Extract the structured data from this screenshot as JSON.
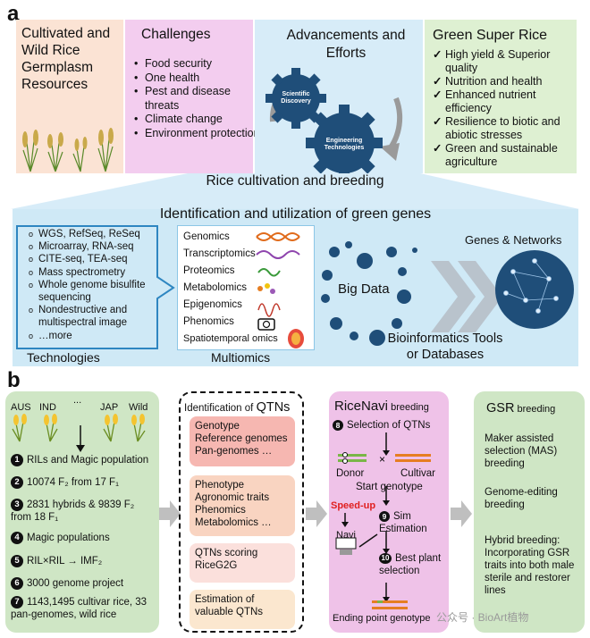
{
  "panel_a": {
    "letter": "a",
    "resources": {
      "title": "Cultivated and Wild Rice Germplasm Resources"
    },
    "challenges": {
      "title": "Challenges",
      "items": [
        "Food security",
        "One health",
        "Pest and disease threats",
        "Climate change",
        "Environment protection"
      ]
    },
    "advancements": {
      "title": "Advancements and Efforts",
      "gear_small": "Scientific Discovery",
      "gear_large": "Engineering Technologies"
    },
    "green_super_rice": {
      "title": "Green Super Rice",
      "items": [
        "High yield & Superior quality",
        "Nutrition and health",
        "Enhanced nutrient efficiency",
        "Resilience to biotic and abiotic stresses",
        "Green and sustainable agriculture"
      ]
    },
    "cultivation_label": "Rice cultivation and breeding",
    "identification_title": "Identification and utilization of green genes",
    "technologies": {
      "items": [
        "WGS, RefSeq, ReSeq",
        "Microarray, RNA-seq",
        "CITE-seq, TEA-seq",
        "Mass spectrometry",
        "Whole genome bisulfite sequencing",
        "Nondestructive and multispectral image",
        "…more"
      ],
      "label": "Technologies"
    },
    "multiomics": {
      "items": [
        "Genomics",
        "Transcriptomics",
        "Proteomics",
        "Metabolomics",
        "Epigenomics",
        "Phenomics",
        "Spatiotemporal omics"
      ],
      "label": "Multiomics"
    },
    "big_data": "Big Data",
    "genes_networks": "Genes & Networks",
    "bioinformatics": "Bioinformatics Tools or Databases"
  },
  "panel_b": {
    "letter": "b",
    "varieties": [
      "AUS",
      "IND",
      "...",
      "JAP",
      "Wild"
    ],
    "populations": [
      {
        "n": "1",
        "text": "RILs and Magic population"
      },
      {
        "n": "2",
        "text": "10074 F₂ from 17 F₁"
      },
      {
        "n": "3",
        "text": "2831 hybrids & 9839 F₂ from 18 F₁"
      },
      {
        "n": "4",
        "text": "Magic populations"
      },
      {
        "n": "5",
        "text": "RIL×RIL → IMF₂"
      },
      {
        "n": "6",
        "text": "3000 genome project"
      },
      {
        "n": "7",
        "text": "1143,1495 cultivar rice, 33 pan-genomes, wild rice"
      }
    ],
    "qtn": {
      "title_pre": "Identification of ",
      "title_big": "QTNs",
      "boxes": [
        "Genotype Reference genomes Pan-genomes …",
        "Phenotype Agronomic traits Phenomics Metabolomics …",
        "QTNs scoring RiceG2G",
        "Estimation of valuable QTNs"
      ],
      "colors": [
        "#f6b7b1",
        "#f9d4c1",
        "#fbe0dc",
        "#fbe7cf"
      ]
    },
    "ricenavi": {
      "title_big": "RiceNavi",
      "title_small": " breeding",
      "step8": "Selection of QTNs",
      "donor": "Donor",
      "cultivar": "Cultivar",
      "start": "Start genotype",
      "speedup": "Speed-up",
      "navi": "Navi",
      "step9": "Sim Estimation",
      "step10": "Best plant selection",
      "end": "Ending point genotype"
    },
    "gsr": {
      "title_big": "GSR",
      "title_small": " breeding",
      "items": [
        "Maker assisted selection (MAS) breeding",
        "Genome-editing breeding",
        "Hybrid breeding: Incorporating GSR traits into both male sterile and restorer lines"
      ]
    },
    "watermark": "公众号 · BioArt植物"
  },
  "colors": {
    "resources_bg": "#fbe3d4",
    "challenges_bg": "#f3cdef",
    "advancements_bg": "#d7ecf8",
    "gsr_bg": "#def0d2",
    "identification_bg": "#cfe9f6",
    "tech_border": "#2e86c1",
    "gear": "#1f4e79",
    "green_panel": "#cfe6c5",
    "purple_panel": "#efc2e8",
    "red": "#e02020",
    "arrow_grey": "#bfbfbf"
  }
}
